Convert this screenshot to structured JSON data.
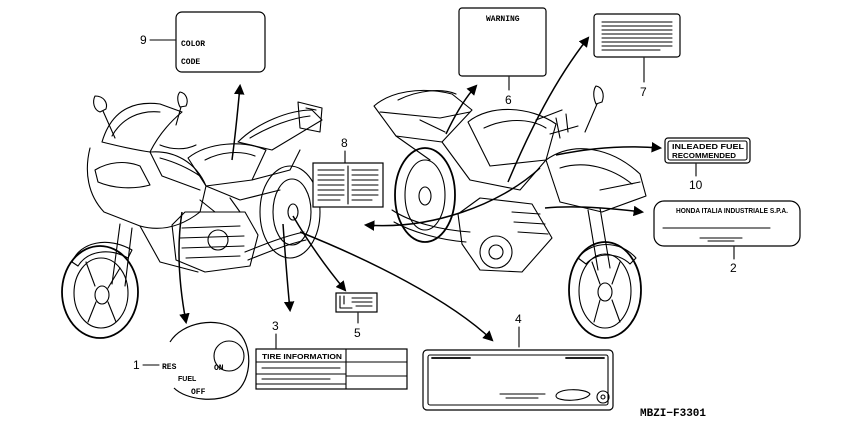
{
  "callouts": {
    "c1": "1",
    "c2": "2",
    "c3": "3",
    "c4": "4",
    "c5": "5",
    "c6": "6",
    "c7": "7",
    "c8": "8",
    "c9": "9",
    "c10": "10"
  },
  "labels": {
    "color_code": {
      "line1": "COLOR",
      "line2": "CODE"
    },
    "warning": {
      "title": "WARNING"
    },
    "fuel_recommendation": {
      "line1": "INLEADED FUEL",
      "line2": "RECOMMENDED"
    },
    "manufacturer": {
      "text": "HONDA ITALIA INDUSTRIALE S.P.A."
    },
    "tire_information": {
      "title": "TIRE INFORMATION"
    },
    "fuel_valve": {
      "res": "RES",
      "on": "ON",
      "fuel": "FUEL",
      "off": "OFF"
    }
  },
  "drawing_code": "MBZI−F3301"
}
